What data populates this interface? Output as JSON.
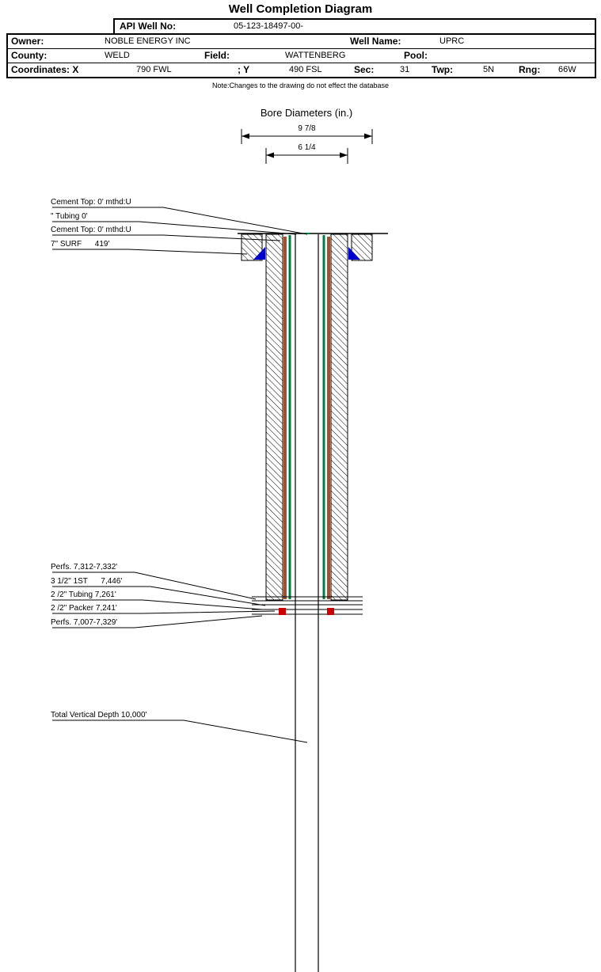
{
  "page": {
    "title": "Well Completion Diagram",
    "note": "Note:Changes to the drawing do not effect the database"
  },
  "header_table": {
    "api_label": "API Well No:",
    "api_value": "05-123-18497-00-",
    "owner_label": "Owner:",
    "owner_value": "NOBLE ENERGY INC",
    "well_name_label": "Well Name:",
    "well_name_value": "UPRC",
    "county_label": "County:",
    "county_value": "WELD",
    "field_label": "Field:",
    "field_value": "WATTENBERG",
    "pool_label": "Pool:",
    "pool_value": "",
    "coordinates_label": "Coordinates: X",
    "coordinates_x_value": "790 FWL",
    "coordinates_y_label": "; Y",
    "coordinates_y_value": "490 FSL",
    "sec_label": "Sec:",
    "sec_value": "31",
    "twp_label": "Twp:",
    "twp_value": "5N",
    "rng_label": "Rng:",
    "rng_value": "66W"
  },
  "bore_diameters": {
    "heading": "Bore Diameters (in.)",
    "outer_diameter": "9 7/8",
    "inner_diameter": "6 1/4"
  },
  "annotations": {
    "upper": [
      {
        "label": "Cement Top: 0' mthd:U"
      },
      {
        "label": "\" Tubing 0'"
      },
      {
        "label": "Cement Top: 0' mthd:U"
      },
      {
        "label": "7\" SURF      419'"
      }
    ],
    "lower": [
      {
        "label": "Perfs. 7,312-7,332'"
      },
      {
        "label": "3 1/2\" 1ST      7,446'"
      },
      {
        "label": "2 /2\" Tubing 7,261'"
      },
      {
        "label": "2 /2\" Packer 7,241'"
      },
      {
        "label": "Perfs. 7,007-7,329'"
      }
    ],
    "total_vertical_depth": "Total Vertical Depth 10,000'"
  },
  "colors": {
    "cement_brown": "#a0522d",
    "tubing_green": "#008040",
    "hanger_blue": "#0000cc",
    "packer_red": "#cc0000"
  }
}
